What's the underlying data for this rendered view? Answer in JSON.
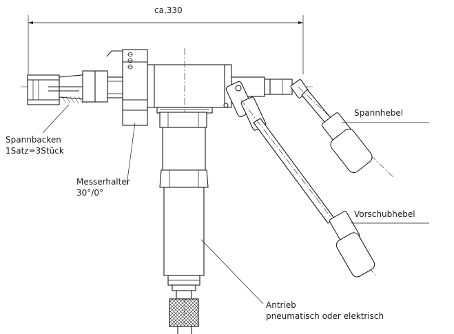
{
  "dimension": {
    "label": "ca.330"
  },
  "labels": {
    "spannbacken": {
      "line1": "Spannbacken",
      "line2": "1Satz=3Stück"
    },
    "messerhalter": {
      "line1": "Messerhalter",
      "line2": "30°/0°"
    },
    "spannhebel": "Spannhebel",
    "vorschubhebel": "Vorschubhebel",
    "antrieb": {
      "line1": "Antrieb",
      "line2": "pneumatisch oder elektrisch"
    }
  }
}
